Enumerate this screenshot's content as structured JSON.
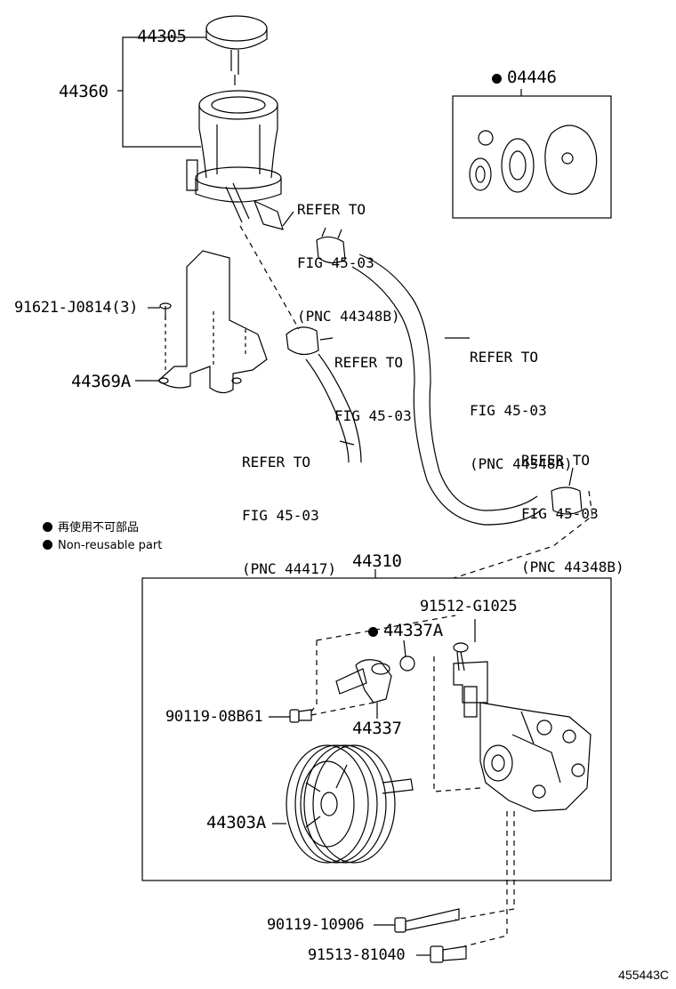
{
  "labels": {
    "p44305": "44305",
    "p44360": "44360",
    "p04446": "04446",
    "p91621": "91621-J0814(3)",
    "p44369a": "44369A",
    "p44310": "44310",
    "p91512": "91512-G1025",
    "p44337a": "44337A",
    "p90119_08b61": "90119-08B61",
    "p44337": "44337",
    "p44303a": "44303A",
    "p90119_10906": "90119-10906",
    "p91513": "91513-81040"
  },
  "refs": {
    "r1": {
      "line1": "REFER TO",
      "line2": "FIG 45-03",
      "line3": "(PNC 44348B)"
    },
    "r2": {
      "line1": "REFER TO",
      "line2": "FIG 45-03"
    },
    "r3": {
      "line1": "REFER TO",
      "line2": "FIG 45-03",
      "line3": "(PNC 44348A)"
    },
    "r4": {
      "line1": "REFER TO",
      "line2": "FIG 45-03",
      "line3": "(PNC 44417)"
    },
    "r5": {
      "line1": "REFER TO",
      "line2": "FIG 45-03",
      "line3": "(PNC 44348B)"
    }
  },
  "legend": {
    "japanese": "再使用不可部品",
    "english": "Non-reusable part"
  },
  "diagram_id": "455443C"
}
